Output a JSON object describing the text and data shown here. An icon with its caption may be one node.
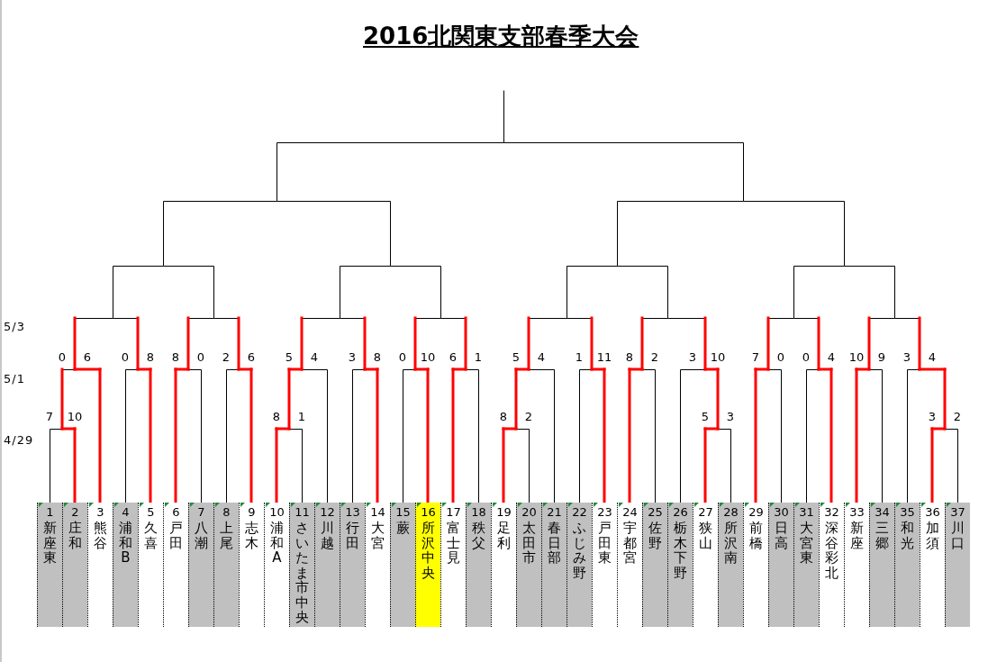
{
  "diagram": {
    "title": "2016北関東支部春季大会",
    "nodes": [
      {
        "text": [
          "1",
          "新座東"
        ]
      },
      {
        "text": [
          "2",
          "庄和"
        ]
      },
      {
        "text": [
          "3",
          "熊谷"
        ]
      },
      {
        "text": [
          "4",
          "浦和B"
        ]
      },
      {
        "text": [
          "5",
          "久喜"
        ]
      },
      {
        "text": [
          "6",
          "戸田"
        ]
      },
      {
        "text": [
          "7",
          "八潮"
        ]
      },
      {
        "text": [
          "8",
          "上尾"
        ]
      },
      {
        "text": [
          "9",
          "志木"
        ]
      },
      {
        "text": [
          "10",
          "浦和A"
        ]
      },
      {
        "text": [
          "11",
          "さいたま市中央"
        ]
      },
      {
        "text": [
          "12",
          "川越"
        ]
      },
      {
        "text": [
          "13",
          "行田"
        ]
      },
      {
        "text": [
          "14",
          "大宮"
        ]
      },
      {
        "text": [
          "15",
          "蕨"
        ]
      },
      {
        "text": [
          "16",
          "所沢中央"
        ]
      },
      {
        "text": [
          "17",
          "富士見"
        ]
      },
      {
        "text": [
          "18",
          "秩父"
        ]
      },
      {
        "text": [
          "19",
          "足利"
        ]
      },
      {
        "text": [
          "20",
          "太田市"
        ]
      },
      {
        "text": [
          "21",
          "春日部"
        ]
      },
      {
        "text": [
          "22",
          "ふじみ野"
        ]
      },
      {
        "text": [
          "23",
          "戸田東"
        ]
      },
      {
        "text": [
          "24",
          "宇都宮"
        ]
      },
      {
        "text": [
          "25",
          "佐野"
        ]
      },
      {
        "text": [
          "26",
          "栃木下野"
        ]
      },
      {
        "text": [
          "27",
          "狭山"
        ]
      },
      {
        "text": [
          "28",
          "所沢南"
        ]
      },
      {
        "text": [
          "29",
          "前橋"
        ]
      },
      {
        "text": [
          "30",
          "日高"
        ]
      },
      {
        "text": [
          "31",
          "大宮東"
        ]
      },
      {
        "text": [
          "32",
          "深谷彩北"
        ]
      },
      {
        "text": [
          "33",
          "新座"
        ]
      },
      {
        "text": [
          "34",
          "三郷"
        ]
      },
      {
        "text": [
          "35",
          "和光"
        ]
      },
      {
        "text": [
          "36",
          "加須"
        ]
      },
      {
        "text": [
          "37",
          "川口"
        ]
      }
    ],
    "labels": [
      "5/3",
      "0",
      "6",
      "0",
      "8",
      "8",
      "0",
      "2",
      "6",
      "5",
      "4",
      "3",
      "8",
      "0",
      "10",
      "6",
      "1",
      "5",
      "4",
      "1",
      "11",
      "8",
      "2",
      "3",
      "10",
      "7",
      "0",
      "0",
      "4",
      "10",
      "9",
      "3",
      "4",
      "5/1",
      "7",
      "10",
      "8",
      "1",
      "8",
      "2",
      "5",
      "3",
      "3",
      "2",
      "4/29"
    ]
  }
}
